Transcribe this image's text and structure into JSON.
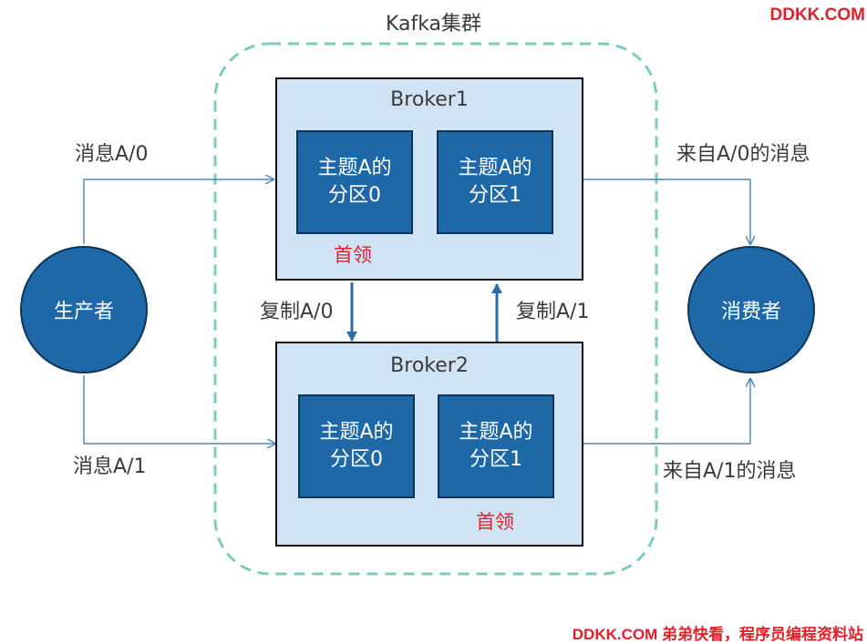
{
  "cluster": {
    "label": "Kafka集群",
    "border_color": "#7ccbbf"
  },
  "brokers": [
    {
      "name": "Broker1",
      "partitions": [
        {
          "line1": "主题A的",
          "line2": "分区0"
        },
        {
          "line1": "主题A的",
          "line2": "分区1"
        }
      ],
      "leader_label": "首领"
    },
    {
      "name": "Broker2",
      "partitions": [
        {
          "line1": "主题A的",
          "line2": "分区0"
        },
        {
          "line1": "主题A的",
          "line2": "分区1"
        }
      ],
      "leader_label": "首领"
    }
  ],
  "producer": {
    "label": "生产者"
  },
  "consumer": {
    "label": "消费者"
  },
  "flows": {
    "to_broker1": "消息A/0",
    "to_broker2": "消息A/1",
    "from_broker1": "来自A/0的消息",
    "from_broker2": "来自A/1的消息",
    "replicate_down": "复制A/0",
    "replicate_up": "复制A/1"
  },
  "watermark": {
    "top": "DDKK.COM",
    "bottom": "DDKK.COM 弟弟快看，程序员编程资料站"
  },
  "colors": {
    "broker_fill": "#cfe3f5",
    "partition_fill": "#1f68a8",
    "leader_text": "#e0202a",
    "line": "#4a86b8"
  }
}
